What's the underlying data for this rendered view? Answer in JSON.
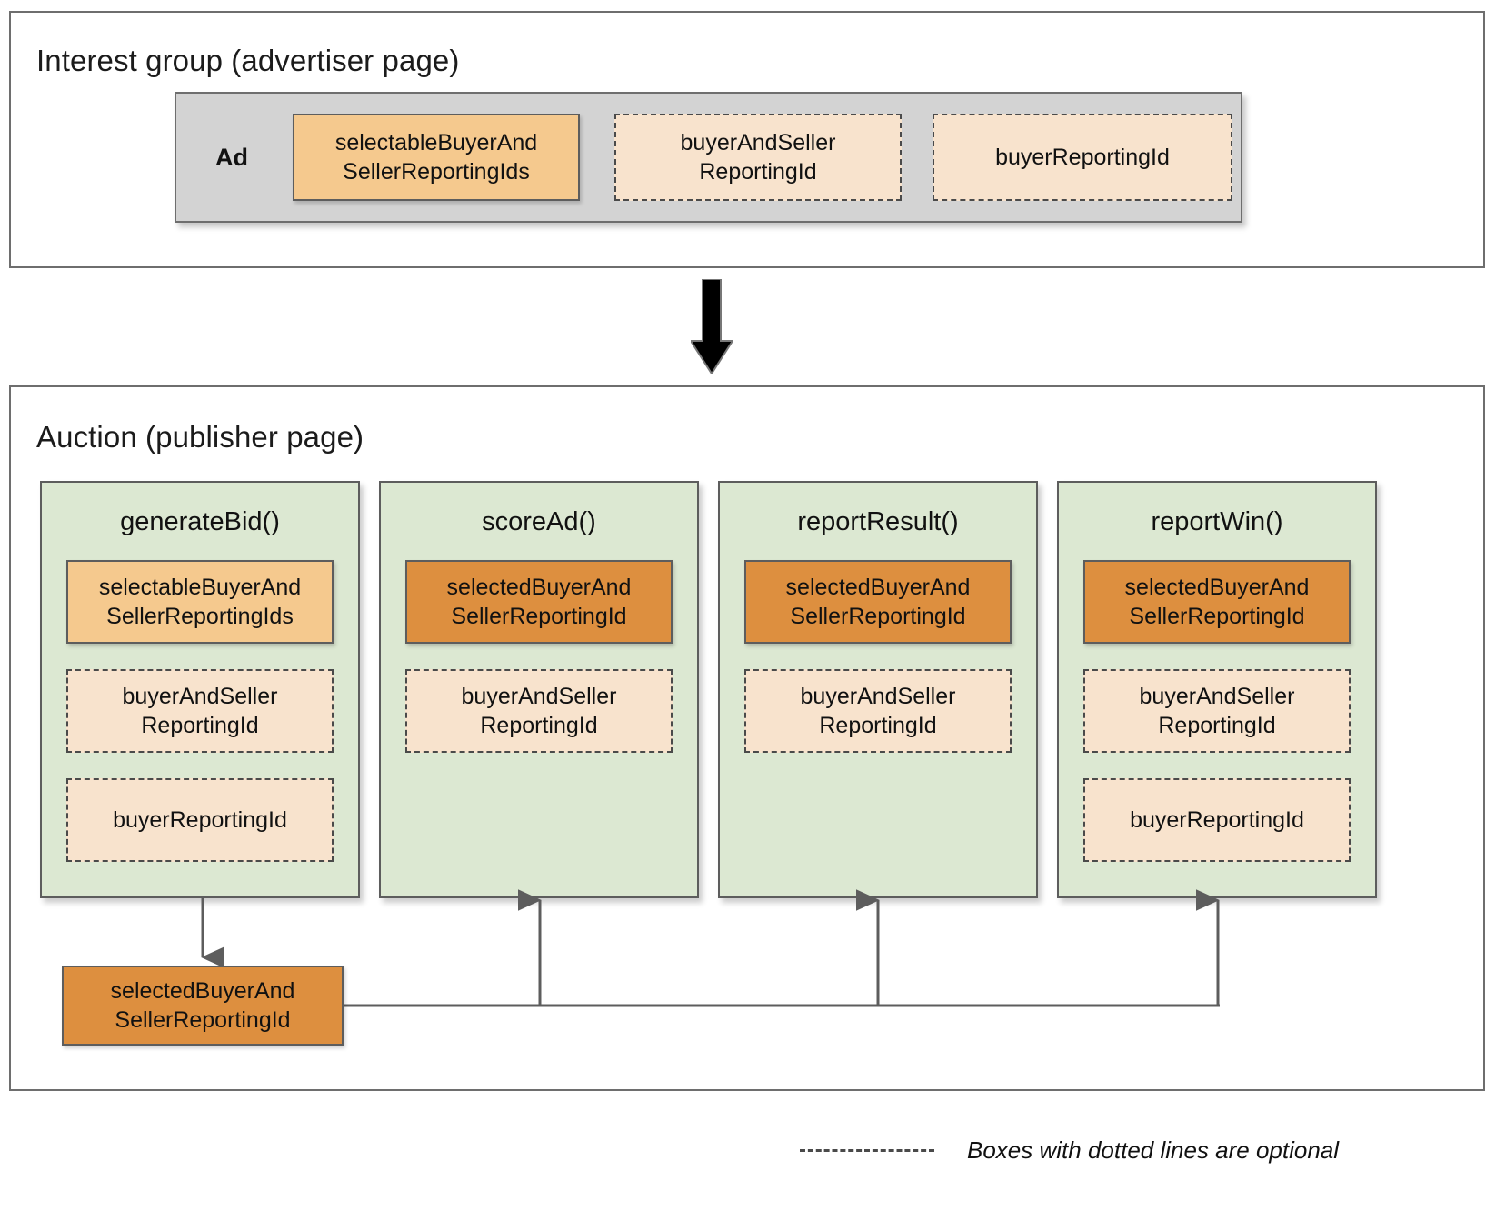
{
  "colors": {
    "panel_border": "#6e6e6e",
    "ad_strip_fill": "#d3d3d3",
    "func_fill": "#dce8d2",
    "solid_light_orange": "#f5c98e",
    "solid_dark_orange": "#dd8f3f",
    "dashed_peach": "#f8e3cd",
    "arrow": "#000000",
    "connector": "#5d5d5d"
  },
  "interest_group": {
    "title": "Interest group (advertiser page)",
    "ad_label": "Ad",
    "boxes": [
      {
        "label": "selectableBuyerAnd\nSellerReportingIds",
        "style": "solid-light",
        "optional": false
      },
      {
        "label": "buyerAndSeller\nReportingId",
        "style": "dashed",
        "optional": true
      },
      {
        "label": "buyerReportingId",
        "style": "dashed",
        "optional": true
      }
    ]
  },
  "flow_arrow": {
    "direction": "down",
    "name": "interest-group-to-auction-arrow"
  },
  "auction": {
    "title": "Auction (publisher page)",
    "columns": [
      {
        "name": "generateBid",
        "title": "generateBid()",
        "items": [
          {
            "label": "selectableBuyerAnd\nSellerReportingIds",
            "style": "solid-light",
            "optional": false
          },
          {
            "label": "buyerAndSeller\nReportingId",
            "style": "dashed",
            "optional": true
          },
          {
            "label": "buyerReportingId",
            "style": "dashed",
            "optional": true
          }
        ]
      },
      {
        "name": "scoreAd",
        "title": "scoreAd()",
        "items": [
          {
            "label": "selectedBuyerAnd\nSellerReportingId",
            "style": "solid-dark",
            "optional": false
          },
          {
            "label": "buyerAndSeller\nReportingId",
            "style": "dashed",
            "optional": true
          }
        ]
      },
      {
        "name": "reportResult",
        "title": "reportResult()",
        "items": [
          {
            "label": "selectedBuyerAnd\nSellerReportingId",
            "style": "solid-dark",
            "optional": false
          },
          {
            "label": "buyerAndSeller\nReportingId",
            "style": "dashed",
            "optional": true
          }
        ]
      },
      {
        "name": "reportWin",
        "title": "reportWin()",
        "items": [
          {
            "label": "selectedBuyerAnd\nSellerReportingId",
            "style": "solid-dark",
            "optional": false
          },
          {
            "label": "buyerAndSeller\nReportingId",
            "style": "dashed",
            "optional": true
          },
          {
            "label": "buyerReportingId",
            "style": "dashed",
            "optional": true
          }
        ]
      }
    ],
    "selected_box": {
      "label": "selectedBuyerAnd\nSellerReportingId",
      "style": "solid-dark"
    },
    "connections": [
      {
        "from": "generateBid",
        "to": "selectedBuyerAndSellerReportingId",
        "direction": "down"
      },
      {
        "from": "selectedBuyerAndSellerReportingId",
        "to": "scoreAd",
        "direction": "up"
      },
      {
        "from": "selectedBuyerAndSellerReportingId",
        "to": "reportResult",
        "direction": "up"
      },
      {
        "from": "selectedBuyerAndSellerReportingId",
        "to": "reportWin",
        "direction": "up"
      }
    ]
  },
  "legend": {
    "dash_sample": "dashed-line-sample",
    "text": "Boxes with dotted lines are optional"
  }
}
